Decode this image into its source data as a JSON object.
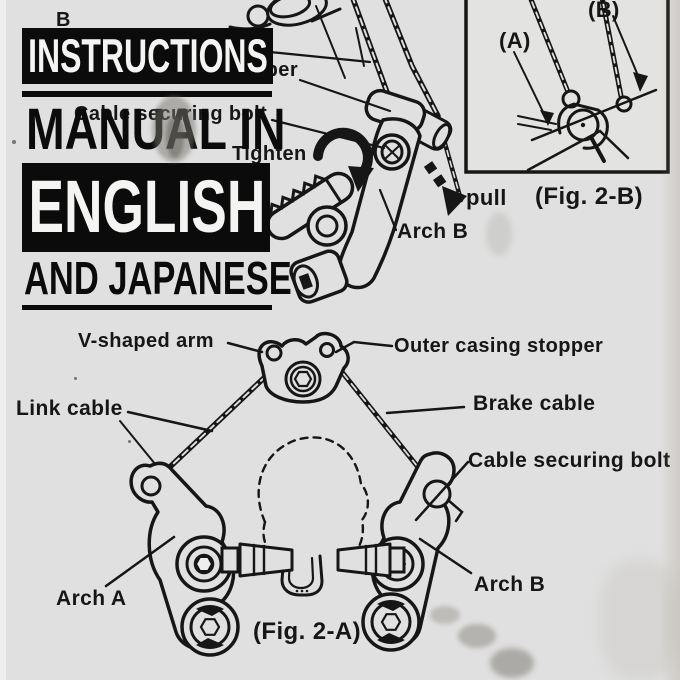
{
  "colors": {
    "paper": "#e0e0e0",
    "ink": "#161616",
    "block": "#0b0b0b",
    "white": "#f4f4f2"
  },
  "banner": {
    "line1": "INSTRUCTIONS",
    "line2": "MANUAL IN",
    "line3": "ENGLISH",
    "line4": "AND JAPANESE"
  },
  "upper_figure": {
    "caption": "(Fig. 2-B)",
    "labels": {
      "partial_top": "B",
      "outer_casing_stopper": "Outer casing stopper",
      "cable_securing_bolt": "Cable securing bolt",
      "tighten": "Tighten",
      "arch_b": "Arch B",
      "pull": "pull",
      "inset_a": "(A)",
      "inset_b": "(B)"
    }
  },
  "lower_figure": {
    "caption": "(Fig. 2-A)",
    "labels": {
      "v_shaped_arm": "V-shaped arm",
      "outer_casing_stopper": "Outer casing stopper",
      "link_cable": "Link cable",
      "brake_cable": "Brake cable",
      "cable_securing_bolt": "Cable securing bolt",
      "arch_a": "Arch A",
      "arch_b": "Arch B"
    }
  }
}
